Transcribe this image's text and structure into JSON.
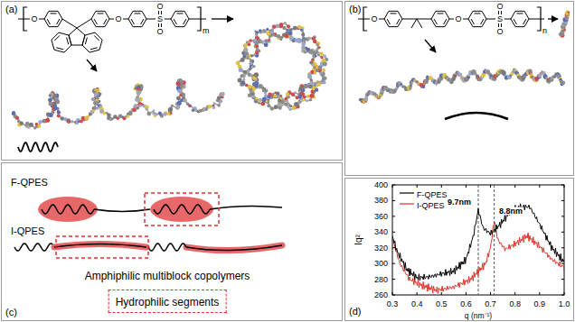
{
  "diagram": {
    "nodes": [
      {
        "text": [
          "(a)"
        ]
      },
      {
        "text": [
          "(b)"
        ]
      },
      {
        "text": [
          "(c)"
        ]
      },
      {
        "text": [
          "(d)"
        ]
      }
    ],
    "labels": [
      "O",
      "O",
      "O",
      "S",
      "O",
      "m",
      "O",
      "O",
      "O",
      "S",
      "O",
      "n",
      "F-QPES",
      "I-QPES",
      "Amphiphilic multiblock copolymers",
      "400",
      "380",
      "360",
      "340",
      "320",
      "300",
      "280",
      "260",
      "0.3",
      "0.4",
      "0.5",
      "0.6",
      "0.7",
      "0.8",
      "0.9",
      "1.0",
      "Iq²",
      "q (nm⁻¹)",
      "9.7nm",
      "8.8nm"
    ],
    "legend": [
      {
        "text": "F-QPES"
      },
      {
        "text": "I-QPES"
      },
      {
        "text": "Hydrophilic segments"
      }
    ]
  }
}
